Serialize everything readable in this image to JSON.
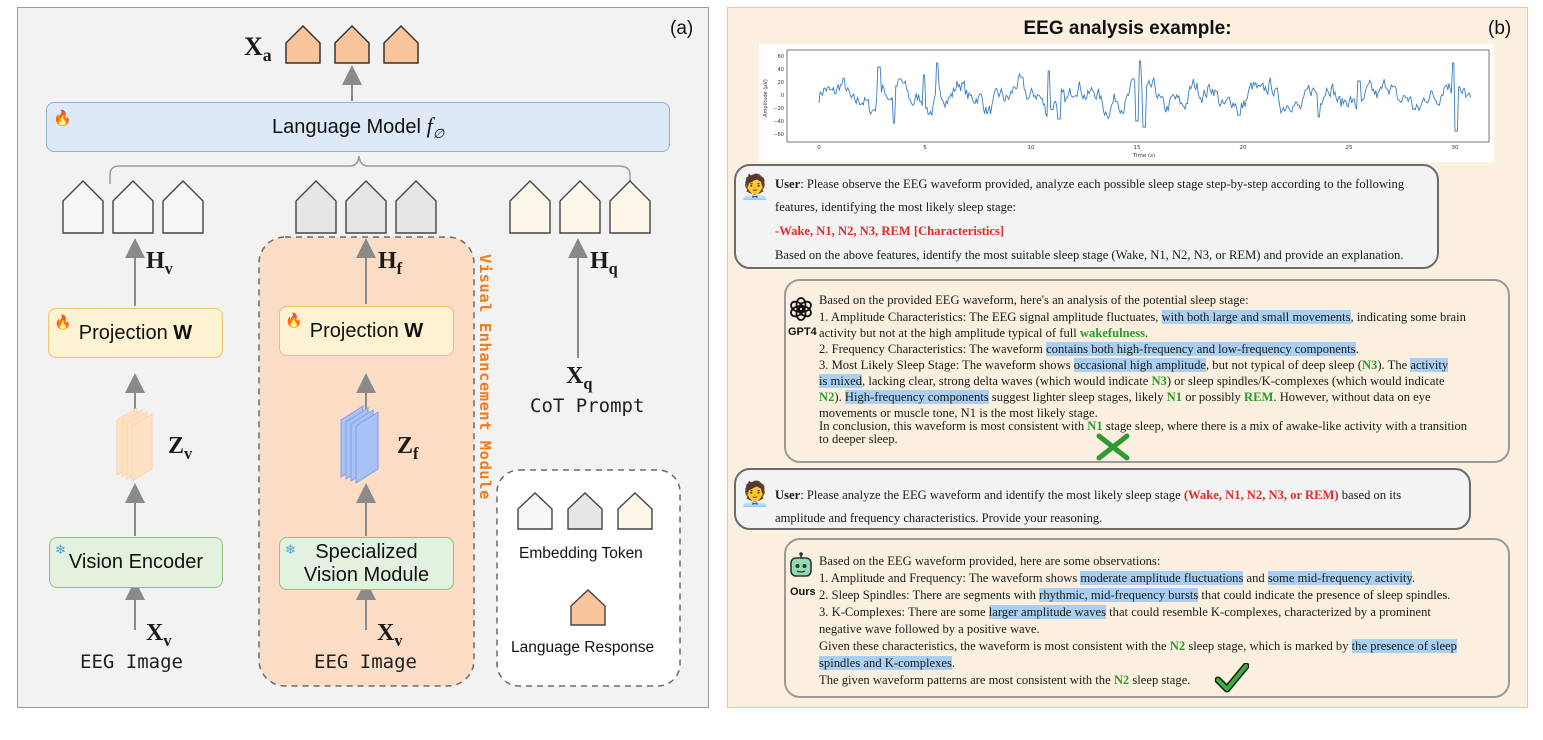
{
  "panel_a": {
    "tag": "(a)",
    "output_sym": {
      "main": "X",
      "sub": "a"
    },
    "language_model": {
      "label": "Language Model ",
      "sym_main": "f",
      "sym_sub": "∅"
    },
    "col_visual": {
      "h_sym": {
        "main": "H",
        "sub": "v"
      },
      "projection_label": "Projection ",
      "projection_bold": "W",
      "z_sym": {
        "main": "Z",
        "sub": "v"
      },
      "encoder_label": "Vision Encoder",
      "x_sym": {
        "main": "X",
        "sub": "v"
      },
      "caption": "EEG Image"
    },
    "col_enhanced": {
      "h_sym": {
        "main": "H",
        "sub": "f"
      },
      "projection_label": "Projection ",
      "projection_bold": "W",
      "z_sym": {
        "main": "Z",
        "sub": "f"
      },
      "encoder_line1": "Specialized",
      "encoder_line2": "Vision Module",
      "x_sym": {
        "main": "X",
        "sub": "v"
      },
      "caption": "EEG Image",
      "module_title": "Visual Enhancement Module"
    },
    "col_prompt": {
      "h_sym": {
        "main": "H",
        "sub": "q"
      },
      "x_sym": {
        "main": "X",
        "sub": "q"
      },
      "caption": "CoT Prompt"
    },
    "legend": {
      "embedding": "Embedding Token",
      "response": "Language Response"
    }
  },
  "panel_b": {
    "tag": "(b)",
    "title": "EEG analysis example:",
    "eeg_chart": {
      "ylabel": "Amplitude (µV)",
      "xlabel": "Time (s)",
      "xticks": [
        "0",
        "5",
        "10",
        "15",
        "20",
        "25",
        "30"
      ],
      "yticks": [
        "60",
        "40",
        "20",
        "0",
        "−20",
        "−40",
        "−60"
      ]
    },
    "user1": {
      "speaker": "User",
      "line1": ": Please observe the EEG waveform provided, analyze each possible sleep stage step-by-step according to the following",
      "line2": "features, identifying the most likely sleep stage:",
      "line3_red": "-Wake, N1, N2, N3, REM [Characteristics]",
      "line4": "Based on the above features, identify the most suitable sleep stage (Wake, N1, N2, N3, or REM) and provide an explanation."
    },
    "gpt4": {
      "badge": "GPT4",
      "l1": "Based on the provided EEG waveform, here's an analysis of the potential sleep stage:",
      "l2a": "1. Amplitude Characteristics: The EEG signal amplitude fluctuates, ",
      "l2h": "with both large and small movements",
      "l2b": ", indicating some brain",
      "l3a": "activity but not at the high amplitude typical of full ",
      "l3g": "wakefulness",
      "l3b": ".",
      "l4a": "2. Frequency Characteristics: The waveform ",
      "l4h": "contains both high-frequency and low-frequency components",
      "l4b": ".",
      "l5a": "3. Most Likely Sleep Stage: The waveform shows ",
      "l5h": "occasional high amplitude",
      "l5b": ", but not typical of deep sleep (",
      "l5g": "N3",
      "l5c": "). The ",
      "l5h2": "activity",
      "l6h": "is  mixed",
      "l6a": ", lacking clear, strong delta waves (which would indicate ",
      "l6g": "N3",
      "l6b": ") or sleep spindles/K-complexes (which would indicate",
      "l7g": "N2",
      "l7a": "). ",
      "l7h": "High-frequency components",
      "l7b": " suggest lighter sleep stages, likely ",
      "l7g2": "N1",
      "l7c": " or possibly ",
      "l7g3": "REM",
      "l7d": ". However, without data on eye",
      "l8": "movements or muscle tone, N1 is the most likely stage.",
      "l9a": "In conclusion, this waveform is most consistent with ",
      "l9g": "N1",
      "l9b": " stage sleep, where there is a mix of awake-like activity with a transition",
      "l10": "to deeper sleep."
    },
    "user2": {
      "speaker": "User",
      "line1a": ": Please analyze the EEG waveform and identify the most likely sleep stage ",
      "line1r": "(Wake, N1, N2, N3, or REM)",
      "line1b": " based on its",
      "line2": "amplitude and frequency characteristics. Provide your reasoning."
    },
    "ours": {
      "badge": "Ours",
      "l1": "Based on the EEG waveform provided, here are some observations:",
      "l2a": "1. Amplitude and Frequency: The waveform shows ",
      "l2h": "moderate amplitude fluctuations",
      "l2b": " and ",
      "l2h2": "some mid-frequency activity",
      "l2c": ".",
      "l3a": "2. Sleep Spindles: There are segments with ",
      "l3h": "rhythmic, mid-frequency bursts",
      "l3b": " that could indicate the presence of sleep spindles.",
      "l4a": "3. K-Complexes: There are some ",
      "l4h": "larger amplitude waves",
      "l4b": " that could resemble K-complexes, characterized by a prominent",
      "l5": "negative wave followed by a positive wave.",
      "l6a": "Given these characteristics, the waveform is most consistent with the ",
      "l6g": "N2",
      "l6b": " sleep stage, which is marked by ",
      "l6h": "the presence of sleep",
      "l7h": "spindles and K-complexes",
      "l7a": ".",
      "l8a": "The given waveform patterns are most consistent with the ",
      "l8g": "N2",
      "l8b": " sleep stage."
    }
  }
}
